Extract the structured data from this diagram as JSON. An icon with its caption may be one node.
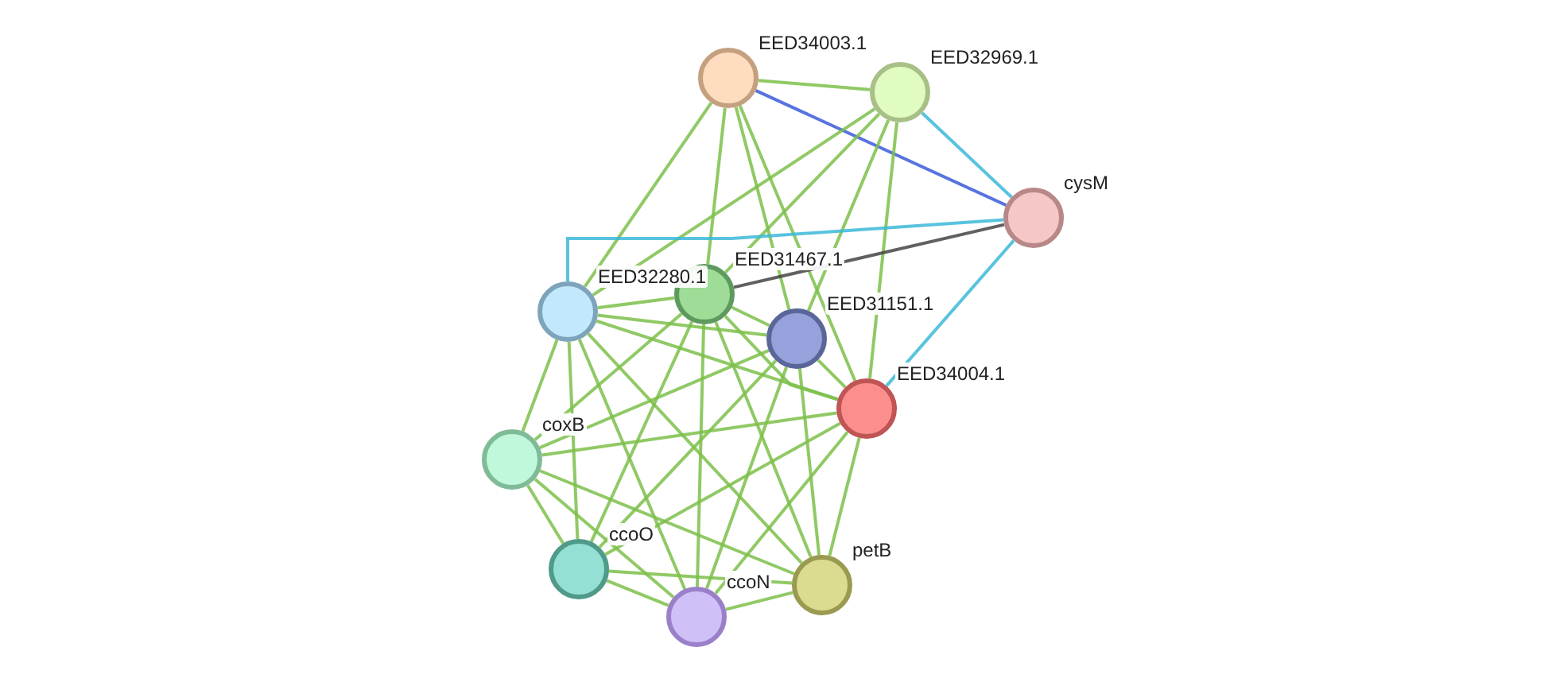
{
  "diagram": {
    "nodes": [
      {
        "text": [],
        "shape": "circle",
        "beside": [
          "EED34003.1"
        ]
      },
      {
        "text": [],
        "shape": "circle",
        "beside": [
          "EED32969.1"
        ]
      },
      {
        "text": [],
        "shape": "circle",
        "beside": [
          "cysM"
        ]
      },
      {
        "text": [],
        "shape": "circle",
        "beside": [
          "EED32280.1"
        ]
      },
      {
        "text": [],
        "shape": "circle",
        "beside": [
          "EED31467.1"
        ]
      },
      {
        "text": [],
        "shape": "circle",
        "beside": [
          "EED31151.1"
        ]
      },
      {
        "text": [],
        "shape": "circle",
        "beside": [
          "EED34004.1"
        ]
      },
      {
        "text": [],
        "shape": "circle",
        "beside": [
          "coxB"
        ]
      },
      {
        "text": [],
        "shape": "circle",
        "beside": [
          "ccoO"
        ]
      },
      {
        "text": [],
        "shape": "circle",
        "beside": [
          "petB"
        ]
      },
      {
        "text": [],
        "shape": "circle",
        "beside": [
          "ccoN"
        ]
      }
    ],
    "edges": [
      {
        "from": 0,
        "to": 1,
        "arrow": "none"
      },
      {
        "from": 0,
        "to": 2,
        "arrow": "none",
        "color": "#3b5bdb"
      },
      {
        "from": 0,
        "to": 3,
        "arrow": "none"
      },
      {
        "from": 0,
        "to": 4,
        "arrow": "none"
      },
      {
        "from": 0,
        "to": 5,
        "arrow": "none"
      },
      {
        "from": 0,
        "to": 6,
        "arrow": "none"
      },
      {
        "from": 1,
        "to": 2,
        "arrow": "none",
        "color": "#3bb8d8"
      },
      {
        "from": 1,
        "to": 3,
        "arrow": "none"
      },
      {
        "from": 1,
        "to": 4,
        "arrow": "none"
      },
      {
        "from": 1,
        "to": 5,
        "arrow": "none"
      },
      {
        "from": 1,
        "to": 6,
        "arrow": "none"
      },
      {
        "from": 2,
        "to": 4,
        "arrow": "none",
        "color": "#444444"
      },
      {
        "from": 2,
        "to": 3,
        "arrow": "none",
        "color": "#3bb8d8"
      },
      {
        "from": 2,
        "to": 6,
        "arrow": "none",
        "color": "#3bb8d8"
      },
      {
        "from": 3,
        "to": 4,
        "arrow": "none"
      },
      {
        "from": 3,
        "to": 5,
        "arrow": "none"
      },
      {
        "from": 3,
        "to": 6,
        "arrow": "none"
      },
      {
        "from": 3,
        "to": 7,
        "arrow": "none"
      },
      {
        "from": 3,
        "to": 8,
        "arrow": "none"
      },
      {
        "from": 3,
        "to": 9,
        "arrow": "none"
      },
      {
        "from": 3,
        "to": 10,
        "arrow": "none"
      },
      {
        "from": 4,
        "to": 5,
        "arrow": "none"
      },
      {
        "from": 4,
        "to": 6,
        "arrow": "none"
      },
      {
        "from": 4,
        "to": 7,
        "arrow": "none"
      },
      {
        "from": 4,
        "to": 8,
        "arrow": "none"
      },
      {
        "from": 4,
        "to": 9,
        "arrow": "none"
      },
      {
        "from": 4,
        "to": 10,
        "arrow": "none"
      },
      {
        "from": 5,
        "to": 6,
        "arrow": "none"
      },
      {
        "from": 5,
        "to": 7,
        "arrow": "none"
      },
      {
        "from": 5,
        "to": 8,
        "arrow": "none"
      },
      {
        "from": 5,
        "to": 9,
        "arrow": "none"
      },
      {
        "from": 5,
        "to": 10,
        "arrow": "none"
      },
      {
        "from": 6,
        "to": 7,
        "arrow": "none"
      },
      {
        "from": 6,
        "to": 8,
        "arrow": "none"
      },
      {
        "from": 6,
        "to": 9,
        "arrow": "none"
      },
      {
        "from": 6,
        "to": 10,
        "arrow": "none"
      },
      {
        "from": 7,
        "to": 8,
        "arrow": "none"
      },
      {
        "from": 7,
        "to": 9,
        "arrow": "none"
      },
      {
        "from": 7,
        "to": 10,
        "arrow": "none"
      },
      {
        "from": 8,
        "to": 9,
        "arrow": "none"
      },
      {
        "from": 8,
        "to": 10,
        "arrow": "none"
      },
      {
        "from": 9,
        "to": 10,
        "arrow": "none"
      }
    ]
  }
}
